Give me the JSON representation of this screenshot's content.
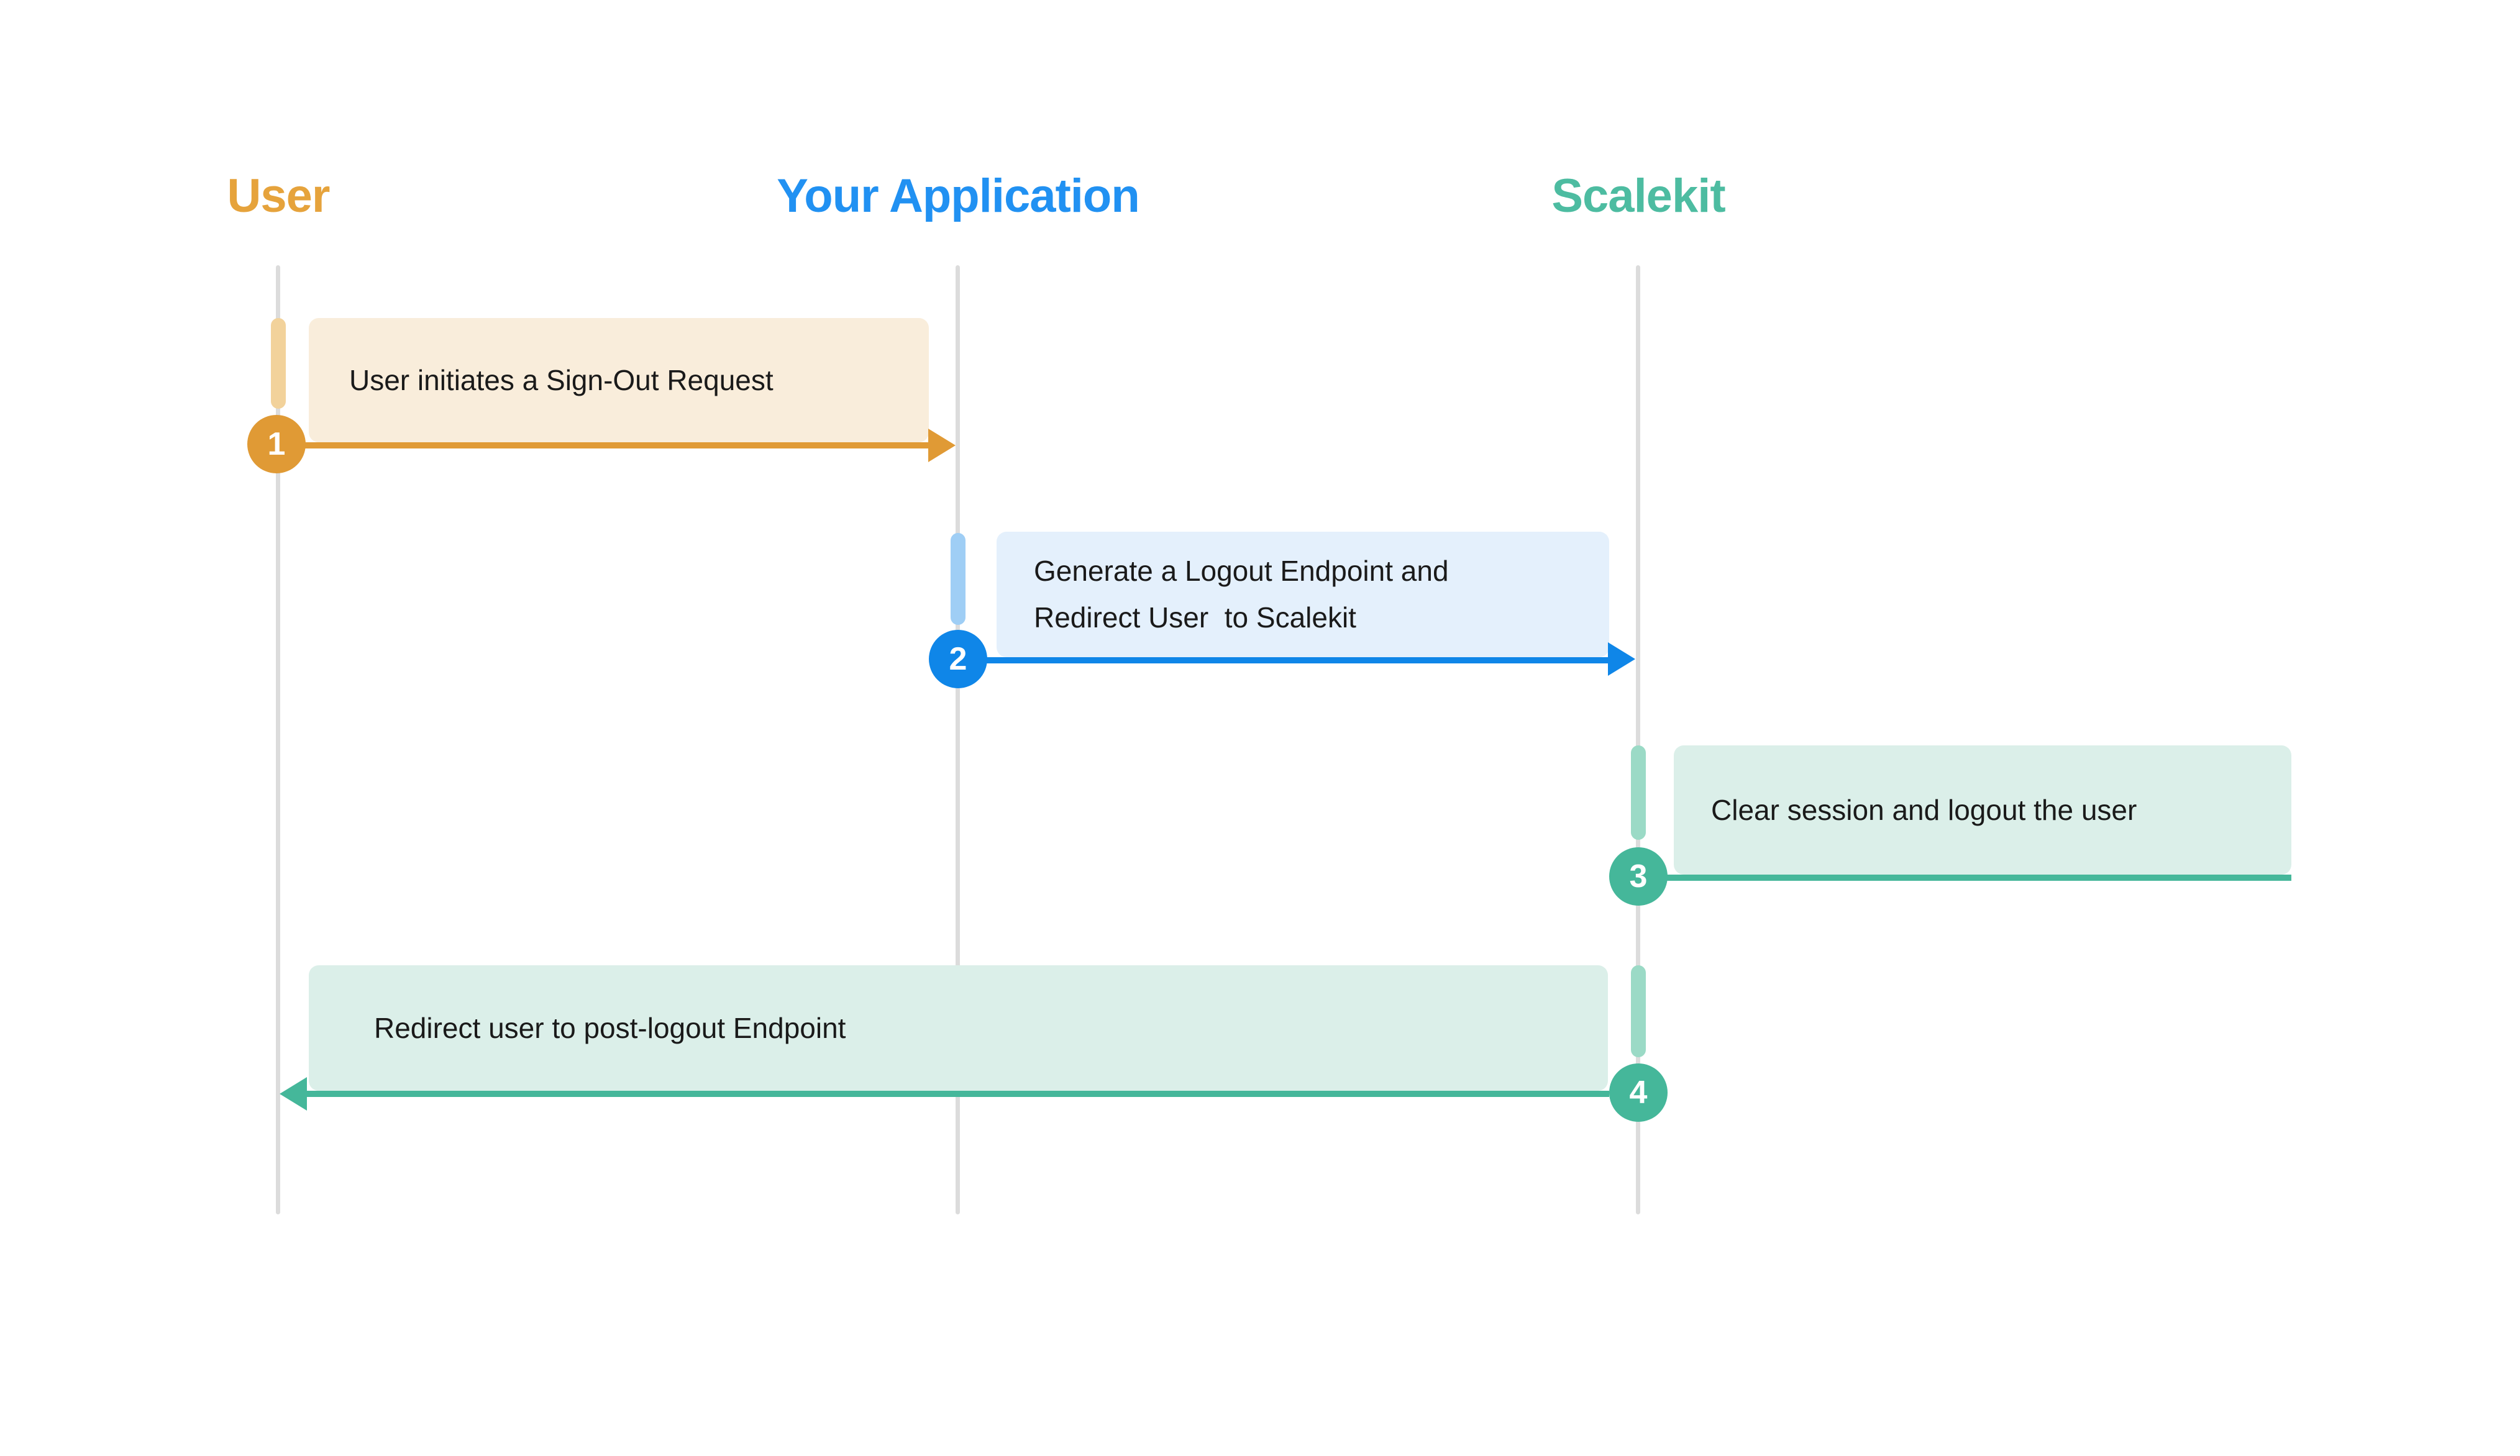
{
  "colors": {
    "background": "#FFFFFF",
    "lifeline": "#DCDCDC",
    "text": "#1A1A1A",
    "user_accent": "#E09A35",
    "user_header": "#E6A33C",
    "user_box": "#F9EDDB",
    "user_activation": "#F2D29B",
    "app_accent": "#0F86E8",
    "app_header": "#2191F2",
    "app_box": "#E4F0FC",
    "app_activation": "#9FCEF5",
    "scalekit_accent": "#45B79A",
    "scalekit_header": "#4DBCA1",
    "scalekit_box": "#DBEFE9",
    "scalekit_activation": "#9BDAC6"
  },
  "actors": [
    {
      "name": "User"
    },
    {
      "name": "Your Application"
    },
    {
      "name": "Scalekit"
    }
  ],
  "steps": [
    {
      "number": "1",
      "from": "User",
      "to": "Your Application",
      "lines": [
        "User initiates a Sign-Out Request"
      ]
    },
    {
      "number": "2",
      "from": "Your Application",
      "to": "Scalekit",
      "lines": [
        "Generate a Logout Endpoint and",
        "Redirect User  to Scalekit"
      ]
    },
    {
      "number": "3",
      "from": "Scalekit",
      "to": "Scalekit",
      "lines": [
        "Clear session and logout the user"
      ]
    },
    {
      "number": "4",
      "from": "Scalekit",
      "to": "User",
      "lines": [
        "Redirect user to post-logout Endpoint"
      ]
    }
  ]
}
